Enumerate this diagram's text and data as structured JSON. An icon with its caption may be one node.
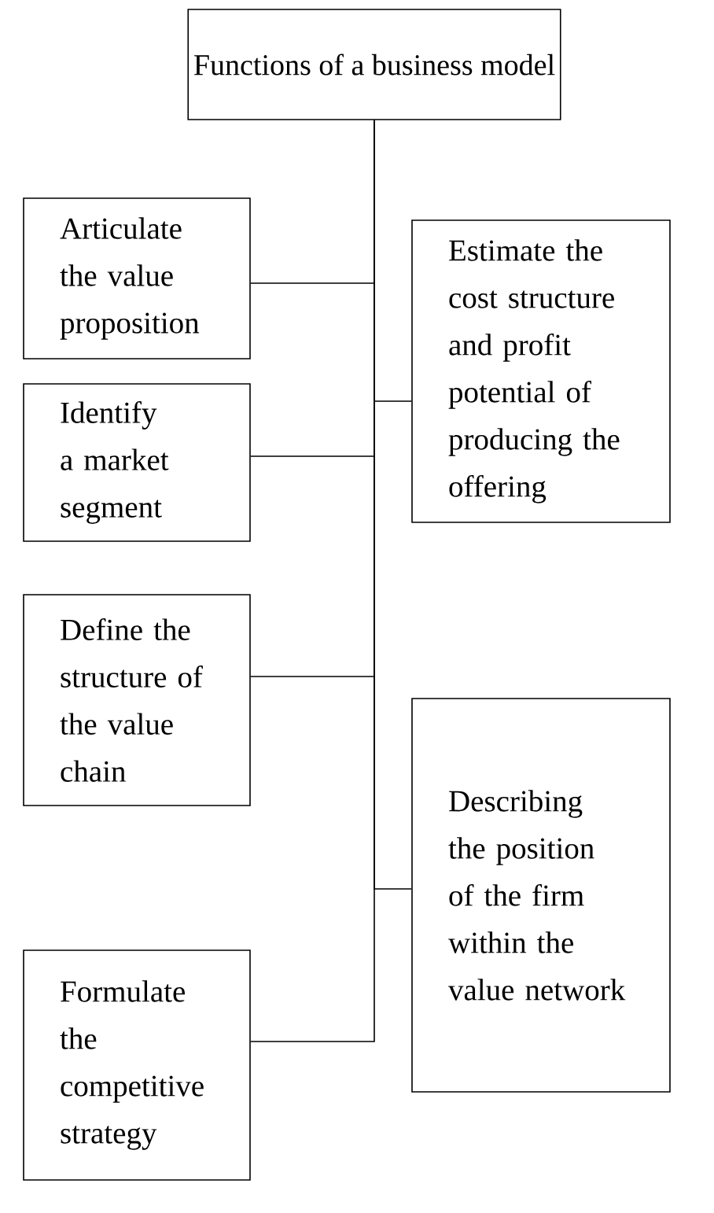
{
  "diagram": {
    "nodes": [
      {
        "text": [
          "Functions of a business model"
        ]
      },
      {
        "text": [
          "Articulate the value proposition"
        ]
      },
      {
        "text": [
          "Estimate the cost structure and profit potential of producing the offering"
        ]
      },
      {
        "text": [
          "Identify a market segment"
        ]
      },
      {
        "text": [
          "Define the structure of the value chain"
        ]
      },
      {
        "text": [
          "Describing the position of the firm within the value network"
        ]
      },
      {
        "text": [
          "Formulate the competitive strategy"
        ]
      }
    ],
    "edges": [
      {
        "from": 0,
        "to": 1,
        "arrow": "none"
      },
      {
        "from": 0,
        "to": 2,
        "arrow": "none"
      },
      {
        "from": 0,
        "to": 3,
        "arrow": "none"
      },
      {
        "from": 0,
        "to": 4,
        "arrow": "none"
      },
      {
        "from": 0,
        "to": 5,
        "arrow": "none"
      },
      {
        "from": 0,
        "to": 6,
        "arrow": "none"
      }
    ]
  }
}
